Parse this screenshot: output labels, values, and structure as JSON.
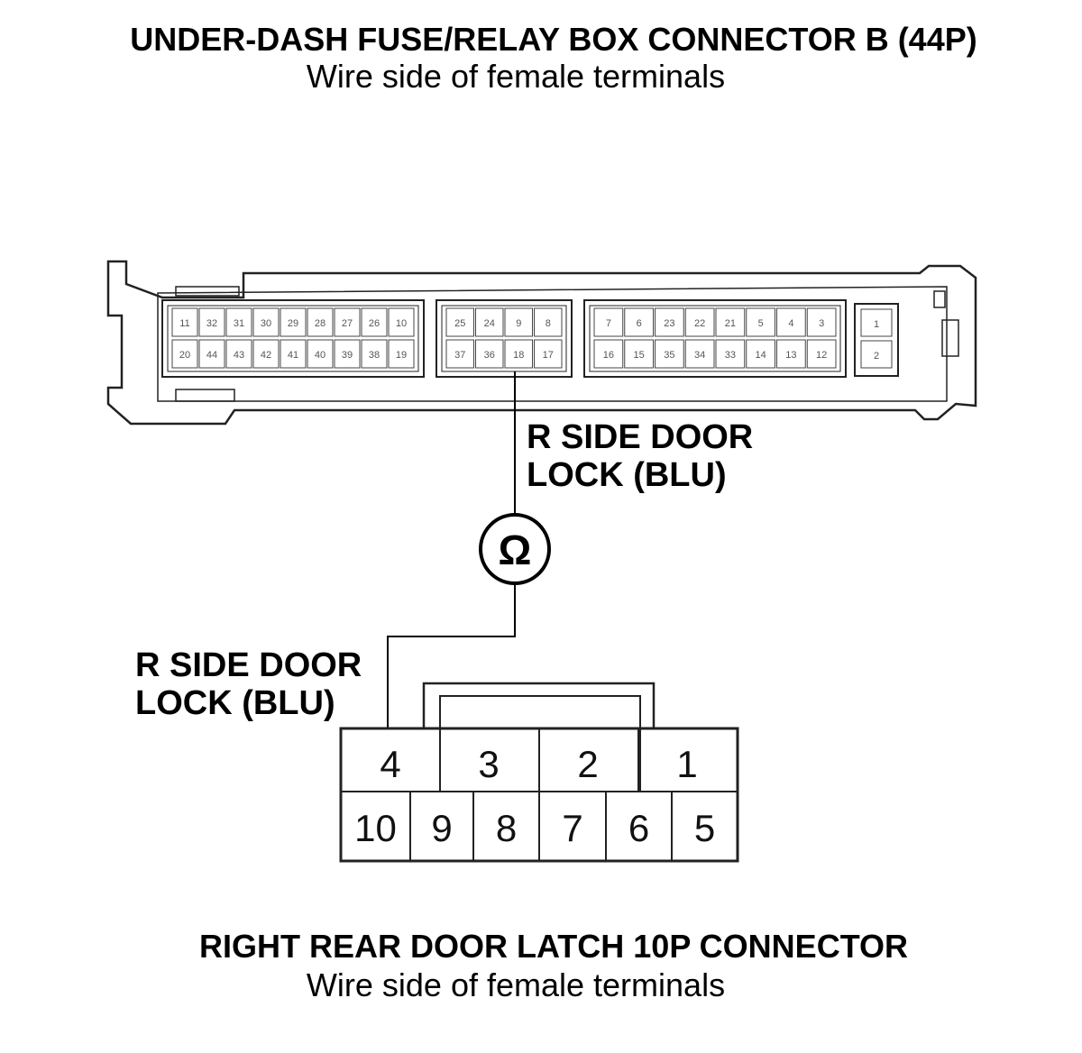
{
  "top_title": "UNDER-DASH FUSE/RELAY BOX CONNECTOR B (44P)",
  "top_subtitle": "Wire side of female terminals",
  "bottom_title": "RIGHT REAR DOOR LATCH 10P CONNECTOR",
  "bottom_subtitle": "Wire side of female terminals",
  "upper_wire_label": [
    "R SIDE DOOR",
    "LOCK (BLU)"
  ],
  "lower_wire_label": [
    "R SIDE DOOR",
    "LOCK (BLU)"
  ],
  "meter_symbol": "Ω",
  "connector_b": {
    "left_block": {
      "top": [
        "11",
        "32",
        "31",
        "30",
        "29",
        "28",
        "27",
        "26",
        "10"
      ],
      "bottom": [
        "20",
        "44",
        "43",
        "42",
        "41",
        "40",
        "39",
        "38",
        "19"
      ]
    },
    "middle_block": {
      "top": [
        "25",
        "24",
        "9",
        "8"
      ],
      "bottom": [
        "37",
        "36",
        "18",
        "17"
      ]
    },
    "right_block": {
      "top": [
        "7",
        "6",
        "23",
        "22",
        "21",
        "5",
        "4",
        "3"
      ],
      "bottom": [
        "16",
        "15",
        "35",
        "34",
        "33",
        "14",
        "13",
        "12"
      ]
    },
    "far_right": [
      "1",
      "2"
    ]
  },
  "latch_10p": {
    "top": [
      "4",
      "3",
      "2",
      "1"
    ],
    "bottom": [
      "10",
      "9",
      "8",
      "7",
      "6",
      "5"
    ]
  }
}
